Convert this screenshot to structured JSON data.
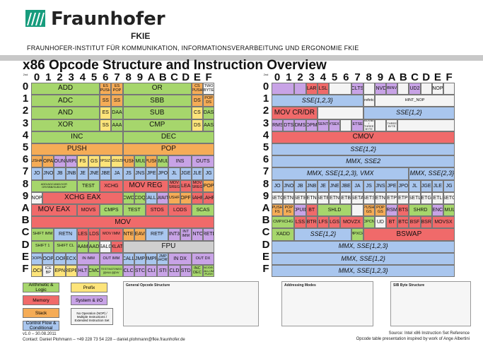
{
  "brand": {
    "name": "Fraunhofer",
    "sub": "FKIE",
    "institute": "FRAUNHOFER-INSTITUT FÜR KOMMUNIKATION, INFORMATIONSVERARBEITUNG UND ERGONOMIE FKIE"
  },
  "title": "x86 Opcode Structure and Instruction Overview",
  "hex": [
    "0",
    "1",
    "2",
    "3",
    "4",
    "5",
    "6",
    "7",
    "8",
    "9",
    "A",
    "B",
    "C",
    "D",
    "E",
    "F"
  ],
  "corner": {
    "a": "2nd",
    "b": "1st"
  },
  "left_rows": [
    [
      [
        "ADD",
        6,
        "green",
        1
      ],
      [
        "ES PUSH",
        1,
        "orange",
        0
      ],
      [
        "ES POP",
        1,
        "orange",
        0
      ],
      [
        "OR",
        6,
        "green",
        1
      ],
      [
        "CS PUSH",
        1,
        "orange",
        0
      ],
      [
        "TWO BYTE",
        1,
        "white",
        0
      ]
    ],
    [
      [
        "ADC",
        6,
        "green",
        1
      ],
      [
        "SS",
        1,
        "orange",
        0
      ],
      [
        "SS",
        1,
        "orange",
        0
      ],
      [
        "SBB",
        6,
        "green",
        1
      ],
      [
        "DS",
        1,
        "orange",
        0
      ],
      [
        "POP DS",
        1,
        "orange",
        0
      ]
    ],
    [
      [
        "AND",
        6,
        "green",
        1
      ],
      [
        "ES",
        1,
        "yellow",
        0
      ],
      [
        "DAA",
        1,
        "green",
        0
      ],
      [
        "SUB",
        6,
        "green",
        1
      ],
      [
        "CS",
        1,
        "yellow",
        0
      ],
      [
        "DAS",
        1,
        "green",
        0
      ]
    ],
    [
      [
        "XOR",
        6,
        "green",
        1
      ],
      [
        "SS",
        1,
        "yellow",
        0
      ],
      [
        "AAA",
        1,
        "green",
        0
      ],
      [
        "CMP",
        6,
        "green",
        1
      ],
      [
        "DS",
        1,
        "yellow",
        0
      ],
      [
        "AAS",
        1,
        "green",
        0
      ]
    ],
    [
      [
        "INC",
        8,
        "green",
        1
      ],
      [
        "DEC",
        8,
        "green",
        1
      ]
    ],
    [
      [
        "PUSH",
        8,
        "orange",
        1
      ],
      [
        "POP",
        8,
        "orange",
        1
      ]
    ],
    [
      [
        "PUSHAD",
        1,
        "orange",
        0
      ],
      [
        "POPAD",
        1,
        "orange",
        0
      ],
      [
        "BOUND",
        1,
        "purple",
        0
      ],
      [
        "ARPL",
        1,
        "purple",
        0
      ],
      [
        "FS",
        1,
        "yellow",
        0
      ],
      [
        "GS",
        1,
        "yellow",
        0
      ],
      [
        "OPSIZE",
        1,
        "yellow",
        0
      ],
      [
        "ADSIZE",
        1,
        "yellow",
        0
      ],
      [
        "PUSH",
        1,
        "orange",
        0
      ],
      [
        "IMUL",
        1,
        "green",
        0
      ],
      [
        "PUSH",
        1,
        "orange",
        0
      ],
      [
        "IMUL",
        1,
        "green",
        0
      ],
      [
        "INS",
        2,
        "purple",
        0
      ],
      [
        "OUTS",
        2,
        "purple",
        0
      ]
    ],
    [
      [
        "JO",
        1,
        "blue",
        0
      ],
      [
        "JNO",
        1,
        "blue",
        0
      ],
      [
        "JB",
        1,
        "blue",
        0
      ],
      [
        "JNB",
        1,
        "blue",
        0
      ],
      [
        "JE",
        1,
        "blue",
        0
      ],
      [
        "JNE",
        1,
        "blue",
        0
      ],
      [
        "JBE",
        1,
        "blue",
        0
      ],
      [
        "JA",
        1,
        "blue",
        0
      ],
      [
        "JS",
        1,
        "blue",
        0
      ],
      [
        "JNS",
        1,
        "blue",
        0
      ],
      [
        "JPE",
        1,
        "blue",
        0
      ],
      [
        "JPO",
        1,
        "blue",
        0
      ],
      [
        "JL",
        1,
        "blue",
        0
      ],
      [
        "JGE",
        1,
        "blue",
        0
      ],
      [
        "JLE",
        1,
        "blue",
        0
      ],
      [
        "JG",
        1,
        "blue",
        0
      ]
    ],
    [
      [
        "ADD/ADC/AND/XOR OR/SBB/SUB/CMP",
        4,
        "green",
        0
      ],
      [
        "TEST",
        2,
        "green",
        0
      ],
      [
        "XCHG",
        2,
        "red",
        0
      ],
      [
        "MOV REG",
        4,
        "red",
        1
      ],
      [
        "MOV SREG",
        1,
        "red",
        0
      ],
      [
        "LEA",
        1,
        "red",
        0
      ],
      [
        "MOV SREG",
        1,
        "red",
        0
      ],
      [
        "POP",
        1,
        "orange",
        0
      ]
    ],
    [
      [
        "NOP",
        1,
        "white",
        0
      ],
      [
        "XCHG EAX",
        7,
        "red",
        1
      ],
      [
        "CWD",
        1,
        "green",
        0
      ],
      [
        "CDQ",
        1,
        "green",
        0
      ],
      [
        "CALLF",
        1,
        "blue",
        0
      ],
      [
        "WAIT",
        1,
        "purple",
        0
      ],
      [
        "PUSHFD",
        1,
        "orange",
        0
      ],
      [
        "POPFD",
        1,
        "orange",
        0
      ],
      [
        "SAHF",
        1,
        "red",
        0
      ],
      [
        "LAHF",
        1,
        "red",
        0
      ]
    ],
    [
      [
        "MOV EAX",
        4,
        "red",
        1
      ],
      [
        "MOVS",
        2,
        "red",
        0
      ],
      [
        "CMPS",
        2,
        "green",
        0
      ],
      [
        "TEST",
        2,
        "green",
        0
      ],
      [
        "STOS",
        2,
        "red",
        0
      ],
      [
        "LODS",
        2,
        "red",
        0
      ],
      [
        "SCAS",
        2,
        "green",
        0
      ]
    ],
    [
      [
        "MOV",
        16,
        "red",
        1
      ]
    ],
    [
      [
        "SHIFT IMM",
        2,
        "green",
        0
      ],
      [
        "RETN",
        2,
        "blue",
        0
      ],
      [
        "LES",
        1,
        "red",
        0
      ],
      [
        "LDS",
        1,
        "red",
        0
      ],
      [
        "MOV IMM",
        2,
        "red",
        0
      ],
      [
        "ENTER",
        1,
        "orange",
        0
      ],
      [
        "LEAVE",
        1,
        "orange",
        0
      ],
      [
        "RETF",
        2,
        "blue",
        0
      ],
      [
        "INT3",
        1,
        "purple",
        0
      ],
      [
        "INT IMM",
        1,
        "purple",
        0
      ],
      [
        "INTO",
        1,
        "purple",
        0
      ],
      [
        "IRETD",
        1,
        "purple",
        0
      ]
    ],
    [
      [
        "SHIFT 1",
        2,
        "green",
        0
      ],
      [
        "SHIFT CL",
        2,
        "green",
        0
      ],
      [
        "AAM",
        1,
        "green",
        0
      ],
      [
        "AAD",
        1,
        "green",
        0
      ],
      [
        "SALC",
        1,
        "white",
        0
      ],
      [
        "XLAT",
        1,
        "red",
        0
      ],
      [
        "FPU",
        8,
        "grey",
        1
      ]
    ],
    [
      [
        "LOOPNZ",
        1,
        "blue",
        0
      ],
      [
        "LOOPZ",
        1,
        "blue",
        0
      ],
      [
        "LOOP",
        1,
        "blue",
        0
      ],
      [
        "JECXZ",
        1,
        "blue",
        0
      ],
      [
        "IN IMM",
        2,
        "purple",
        0
      ],
      [
        "OUT IMM",
        2,
        "purple",
        0
      ],
      [
        "CALL",
        1,
        "blue",
        0
      ],
      [
        "JMP",
        1,
        "blue",
        0
      ],
      [
        "JMPF",
        1,
        "blue",
        0
      ],
      [
        "JMP SHORT",
        1,
        "blue",
        0
      ],
      [
        "IN DX",
        2,
        "purple",
        0
      ],
      [
        "OUT DX",
        2,
        "purple",
        0
      ]
    ],
    [
      [
        "LOCK",
        1,
        "yellow",
        0
      ],
      [
        "ICE BP",
        1,
        "white",
        0
      ],
      [
        "REPNE",
        1,
        "yellow",
        0
      ],
      [
        "REPE",
        1,
        "yellow",
        0
      ],
      [
        "HLT",
        1,
        "purple",
        0
      ],
      [
        "CMC",
        1,
        "green",
        0
      ],
      [
        "TEST/NOT/NEG [i]MUL/[i]DIV",
        2,
        "green",
        0
      ],
      [
        "CLC",
        1,
        "purple",
        0
      ],
      [
        "STC",
        1,
        "purple",
        0
      ],
      [
        "CLI",
        1,
        "purple",
        0
      ],
      [
        "STI",
        1,
        "purple",
        0
      ],
      [
        "CLD",
        1,
        "purple",
        0
      ],
      [
        "STD",
        1,
        "purple",
        0
      ],
      [
        "INC DEC",
        1,
        "green",
        0
      ],
      [
        "INC/DEC CALL/JMP PUSH",
        1,
        "green",
        0
      ]
    ]
  ],
  "right_rows": [
    [
      [
        "",
        2,
        "purple",
        0
      ],
      [
        "",
        1,
        "purple",
        0
      ],
      [
        "LAR",
        1,
        "red",
        0
      ],
      [
        "LSL",
        1,
        "red",
        0
      ],
      [
        "",
        2,
        "white",
        0
      ],
      [
        "CLTS",
        1,
        "purple",
        0
      ],
      [
        "",
        1,
        "white",
        0
      ],
      [
        "INVD",
        1,
        "purple",
        0
      ],
      [
        "WBINVD",
        1,
        "purple",
        0
      ],
      [
        "",
        1,
        "white",
        0
      ],
      [
        "UD2",
        1,
        "purple",
        0
      ],
      [
        "",
        1,
        "white",
        0
      ],
      [
        "NOP",
        1,
        "white",
        0
      ],
      [
        "",
        1,
        "white",
        0
      ]
    ],
    [
      [
        "SSE{1,2,3}",
        8,
        "blue",
        2
      ],
      [
        "Prefetch",
        1,
        "white",
        0
      ],
      [
        "HINT_NOP",
        7,
        "white",
        0
      ]
    ],
    [
      [
        "MOV CR/DR",
        4,
        "red",
        1
      ],
      [
        "",
        4,
        "white",
        0
      ],
      [
        "SSE{1,2}",
        8,
        "blue",
        2
      ]
    ],
    [
      [
        "WRMSR",
        1,
        "purple",
        0
      ],
      [
        "RDTSC",
        1,
        "purple",
        0
      ],
      [
        "RDMSR",
        1,
        "purple",
        0
      ],
      [
        "RDPMC",
        1,
        "purple",
        0
      ],
      [
        "SYSENTER",
        1,
        "purple",
        0
      ],
      [
        "SYSEXIT",
        1,
        "purple",
        0
      ],
      [
        "",
        1,
        "white",
        0
      ],
      [
        "GETSEC",
        1,
        "purple",
        0
      ],
      [
        "MOVBE / THREE BYTE",
        1,
        "white",
        0
      ],
      [
        "",
        1,
        "white",
        0
      ],
      [
        "THREE BYTE",
        1,
        "white",
        0
      ],
      [
        "",
        5,
        "white",
        0
      ]
    ],
    [
      [
        "CMOV",
        16,
        "red",
        1
      ]
    ],
    [
      [
        "SSE{1,2}",
        16,
        "blue",
        2
      ]
    ],
    [
      [
        "MMX, SSE2",
        16,
        "blue",
        2
      ]
    ],
    [
      [
        "MMX, SSE{1,2,3}, VMX",
        12,
        "blue",
        2
      ],
      [
        "MMX, SSE{2,3}",
        4,
        "blue",
        2
      ]
    ],
    [
      [
        "JO",
        1,
        "blue",
        0
      ],
      [
        "JNO",
        1,
        "blue",
        0
      ],
      [
        "JB",
        1,
        "blue",
        0
      ],
      [
        "JNB",
        1,
        "blue",
        0
      ],
      [
        "JE",
        1,
        "blue",
        0
      ],
      [
        "JNE",
        1,
        "blue",
        0
      ],
      [
        "JBE",
        1,
        "blue",
        0
      ],
      [
        "JA",
        1,
        "blue",
        0
      ],
      [
        "JS",
        1,
        "blue",
        0
      ],
      [
        "JNS",
        1,
        "blue",
        0
      ],
      [
        "JPE",
        1,
        "blue",
        0
      ],
      [
        "JPO",
        1,
        "blue",
        0
      ],
      [
        "JL",
        1,
        "blue",
        0
      ],
      [
        "JGE",
        1,
        "blue",
        0
      ],
      [
        "JLE",
        1,
        "blue",
        0
      ],
      [
        "JG",
        1,
        "blue",
        0
      ]
    ],
    [
      [
        "SETO",
        1,
        "white",
        0
      ],
      [
        "SETNO",
        1,
        "white",
        0
      ],
      [
        "SETB",
        1,
        "white",
        0
      ],
      [
        "SETNB",
        1,
        "white",
        0
      ],
      [
        "SETE",
        1,
        "white",
        0
      ],
      [
        "SETNE",
        1,
        "white",
        0
      ],
      [
        "SETBE",
        1,
        "white",
        0
      ],
      [
        "SETA",
        1,
        "white",
        0
      ],
      [
        "SETS",
        1,
        "white",
        0
      ],
      [
        "SETNS",
        1,
        "white",
        0
      ],
      [
        "SETPE",
        1,
        "white",
        0
      ],
      [
        "SETPO",
        1,
        "white",
        0
      ],
      [
        "SETL",
        1,
        "white",
        0
      ],
      [
        "SETGE",
        1,
        "white",
        0
      ],
      [
        "SETLE",
        1,
        "white",
        0
      ],
      [
        "SETG",
        1,
        "white",
        0
      ]
    ],
    [
      [
        "PUSH FS",
        1,
        "orange",
        0
      ],
      [
        "POP FS",
        1,
        "orange",
        0
      ],
      [
        "CPUID",
        1,
        "purple",
        0
      ],
      [
        "BT",
        1,
        "red",
        0
      ],
      [
        "SHLD",
        3,
        "green",
        0
      ],
      [
        "",
        1,
        "white",
        0
      ],
      [
        "PUSH GS",
        1,
        "orange",
        0
      ],
      [
        "POP GS",
        1,
        "orange",
        0
      ],
      [
        "RSM",
        1,
        "purple",
        0
      ],
      [
        "BTS",
        1,
        "red",
        0
      ],
      [
        "SHRD",
        2,
        "green",
        0
      ],
      [
        "FENCE",
        1,
        "purple",
        0
      ],
      [
        "IMUL",
        1,
        "green",
        0
      ]
    ],
    [
      [
        "CMPXCHG",
        2,
        "green",
        0
      ],
      [
        "LSS",
        1,
        "red",
        0
      ],
      [
        "BTR",
        1,
        "red",
        0
      ],
      [
        "LFS",
        1,
        "red",
        0
      ],
      [
        "LGS",
        1,
        "red",
        0
      ],
      [
        "MOVZX",
        2,
        "red",
        0
      ],
      [
        "POPCNT",
        1,
        "green",
        0
      ],
      [
        "UD",
        1,
        "white",
        0
      ],
      [
        "BT",
        1,
        "red",
        0
      ],
      [
        "BTC",
        1,
        "red",
        0
      ],
      [
        "BSF",
        1,
        "red",
        0
      ],
      [
        "BSR",
        1,
        "red",
        0
      ],
      [
        "MOVSX",
        2,
        "red",
        0
      ]
    ],
    [
      [
        "XADD",
        2,
        "green",
        0
      ],
      [
        "SSE{1,2}",
        5,
        "blue",
        2
      ],
      [
        "CMPXCHG",
        1,
        "green",
        0
      ],
      [
        "BSWAP",
        8,
        "red",
        1
      ]
    ],
    [
      [
        "MMX, SSE{1,2,3}",
        16,
        "blue",
        2
      ]
    ],
    [
      [
        "MMX, SSE{1,2}",
        16,
        "blue",
        2
      ]
    ],
    [
      [
        "MMX, SSE{1,2,3}",
        16,
        "blue",
        2
      ]
    ]
  ],
  "legend": [
    {
      "label": "Arithmetic & Logic",
      "color": "#a6d66c"
    },
    {
      "label": "Memory",
      "color": "#f06a6a"
    },
    {
      "label": "Stack",
      "color": "#f5ac57"
    },
    {
      "label": "Control Flow & Conditional",
      "color": "#a9c6ee"
    },
    {
      "label": "Prefix",
      "color": "#fde47a"
    },
    {
      "label": "System & I/O",
      "color": "#c8a3e6"
    },
    {
      "label": "No Operation (NOP) / Multiple Instructions / Extended Instruction Set",
      "color": "#f4f4f4"
    }
  ],
  "panels": {
    "general": "General Opcode Structure",
    "addressing": "Addressing Modes",
    "sib": "SIB Byte Structure"
  },
  "footer": {
    "version": "v1.0 – 30.08.2011",
    "contact": "Contact: Daniel Plohmann – +49 228 73 54 228 – daniel.plohmann@fkie.fraunhofer.de",
    "source": "Source: Intel x86 Instruction Set Reference",
    "inspired": "Opcode table presentation inspired by work of Ange Albertini"
  }
}
